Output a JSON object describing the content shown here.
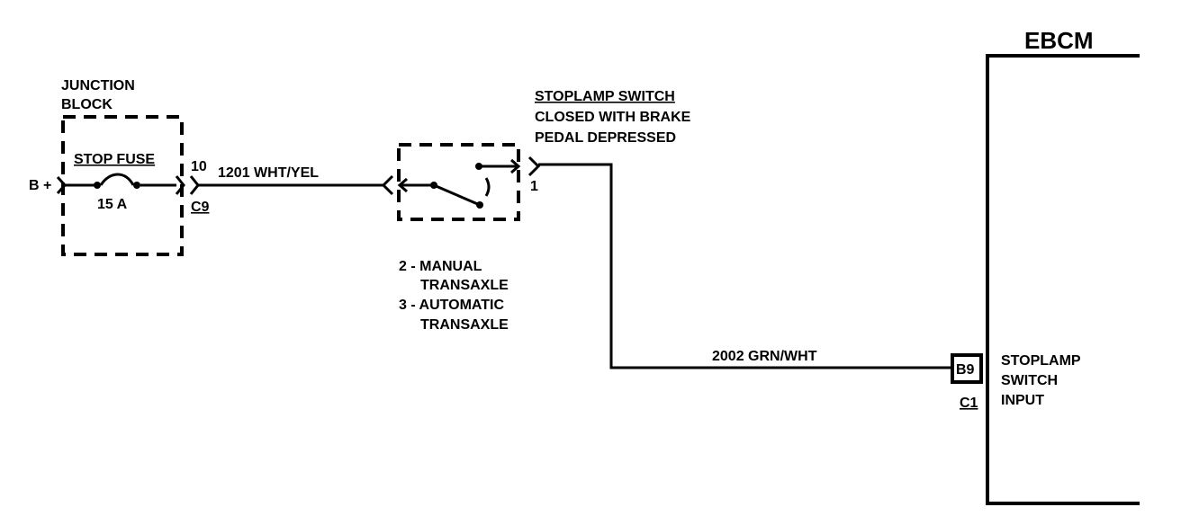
{
  "module": {
    "title": "EBCM"
  },
  "junction_block": {
    "title_line1": "JUNCTION",
    "title_line2": "BLOCK",
    "fuse_name": "STOP FUSE",
    "fuse_rating": "15 A",
    "power_label": "B +",
    "pin": "10",
    "connector": "C9"
  },
  "wire_1": {
    "circuit": "1201 WHT/YEL"
  },
  "stoplamp_switch": {
    "title": "STOPLAMP SWITCH",
    "desc_line1": "CLOSED WITH BRAKE",
    "desc_line2": "PEDAL DEPRESSED",
    "pin_out": "1"
  },
  "notes": {
    "line1": "2 - MANUAL",
    "line2": "TRANSAXLE",
    "line3": "3 - AUTOMATIC",
    "line4": "TRANSAXLE"
  },
  "wire_2": {
    "circuit": "2002 GRN/WHT"
  },
  "ebcm_connector": {
    "pin": "B9",
    "connector": "C1"
  },
  "ebcm_input": {
    "line1": "STOPLAMP",
    "line2": "SWITCH",
    "line3": "INPUT"
  }
}
